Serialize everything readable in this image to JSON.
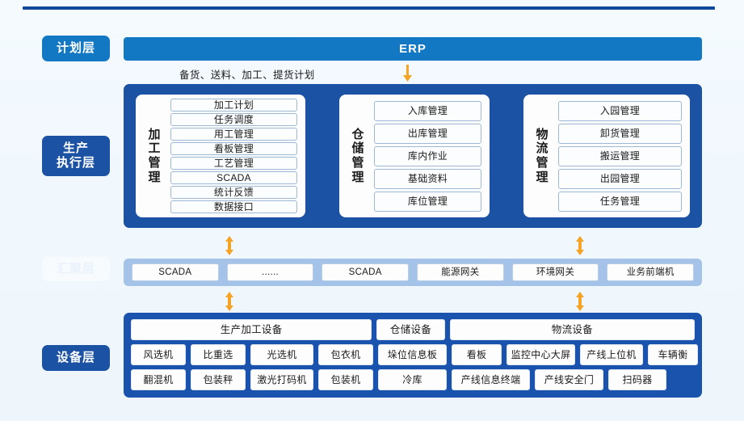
{
  "layers": {
    "plan": "计划层",
    "execution": "生产\n执行层",
    "execution_line1": "生产",
    "execution_line2": "执行层",
    "aggregation": "汇聚层",
    "equipment": "设备层"
  },
  "plan_layer": {
    "bar_label": "ERP",
    "note": "备货、送料、加工、提货计划",
    "arrow_icon": "arrow-down"
  },
  "execution_layer": {
    "cards": [
      {
        "title": "加工管理",
        "title_chars": [
          "加",
          "工",
          "管",
          "理"
        ],
        "items": [
          "加工计划",
          "任务调度",
          "用工管理",
          "看板管理",
          "工艺管理",
          "SCADA",
          "统计反馈",
          "数据接口"
        ]
      },
      {
        "title": "仓储管理",
        "title_chars": [
          "仓",
          "储",
          "管",
          "理"
        ],
        "items": [
          "入库管理",
          "出库管理",
          "库内作业",
          "基础资料",
          "库位管理"
        ]
      },
      {
        "title": "物流管理",
        "title_chars": [
          "物",
          "流",
          "管",
          "理"
        ],
        "items": [
          "入园管理",
          "卸货管理",
          "搬运管理",
          "出园管理",
          "任务管理"
        ]
      }
    ]
  },
  "aggregation_layer": {
    "items": [
      "SCADA",
      "......",
      "SCADA",
      "能源网关",
      "环境网关",
      "业务前端机"
    ]
  },
  "equipment_layer": {
    "groups": [
      {
        "header": "生产加工设备",
        "row1": [
          "风选机",
          "比重选",
          "光选机",
          "包衣机"
        ],
        "row2": [
          "翻混机",
          "包装秤",
          "激光打码机",
          "包装机"
        ]
      },
      {
        "header": "仓储设备",
        "row1": [
          "垛位信息板"
        ],
        "row2": [
          "冷库"
        ]
      },
      {
        "header": "物流设备",
        "row1": [
          "看板",
          "监控中心大屏",
          "产线上位机",
          "车辆衡"
        ],
        "row2": [
          "产线信息终端",
          "产线安全门",
          "扫码器"
        ]
      }
    ]
  },
  "connectors": [
    {
      "name": "erp-to-mes",
      "icon": "arrow-down"
    },
    {
      "name": "mes-to-agg-left",
      "icon": "arrow-up-down"
    },
    {
      "name": "mes-to-agg-right",
      "icon": "arrow-up-down"
    },
    {
      "name": "agg-to-equip-left",
      "icon": "arrow-up-down"
    },
    {
      "name": "agg-to-equip-right",
      "icon": "arrow-up-down"
    }
  ],
  "colors": {
    "background": "#f2f8fd",
    "plan_blue": "#1378c4",
    "dark_blue": "#1c52a3",
    "equip_blue": "#1a53ad",
    "aggregation_blue": "#a5c3e8",
    "arrow_orange": "#f5a425",
    "rule_blue": "#11489b"
  }
}
